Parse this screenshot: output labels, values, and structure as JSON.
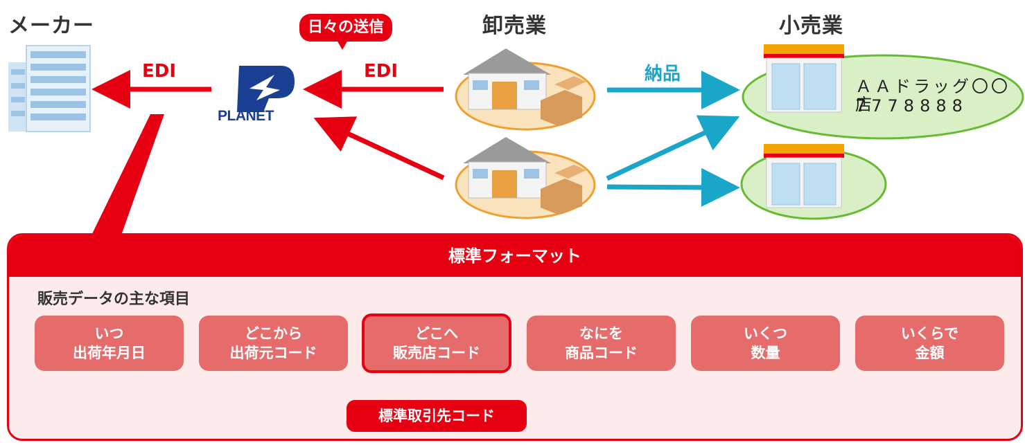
{
  "headers": {
    "maker": "メーカー",
    "wholesale": "卸売業",
    "retail": "小売業"
  },
  "labels": {
    "edi_left": "EDI",
    "edi_right": "EDI",
    "daily_send": "日々の送信",
    "delivery": "納品",
    "planet": "PLANET"
  },
  "store": {
    "name": "ＡＡドラッグ〇〇店",
    "code": "7778888"
  },
  "panel": {
    "title": "標準フォーマット",
    "section_label": "販売データの主な項目",
    "items": [
      {
        "q": "いつ",
        "a": "出荷年月日"
      },
      {
        "q": "どこから",
        "a": "出荷元コード"
      },
      {
        "q": "どこへ",
        "a": "販売店コード"
      },
      {
        "q": "なにを",
        "a": "商品コード"
      },
      {
        "q": "いくつ",
        "a": "数量"
      },
      {
        "q": "いくらで",
        "a": "金額"
      }
    ],
    "standard_code": "標準取引先コード"
  },
  "colors": {
    "red": "#e60012",
    "cyan": "#1aa6c8",
    "panel_bg": "#fdeaea",
    "item_bg": "#e66b6b",
    "orange_ellipse": "#fbe3bd",
    "green_ellipse": "#d9efc6"
  }
}
